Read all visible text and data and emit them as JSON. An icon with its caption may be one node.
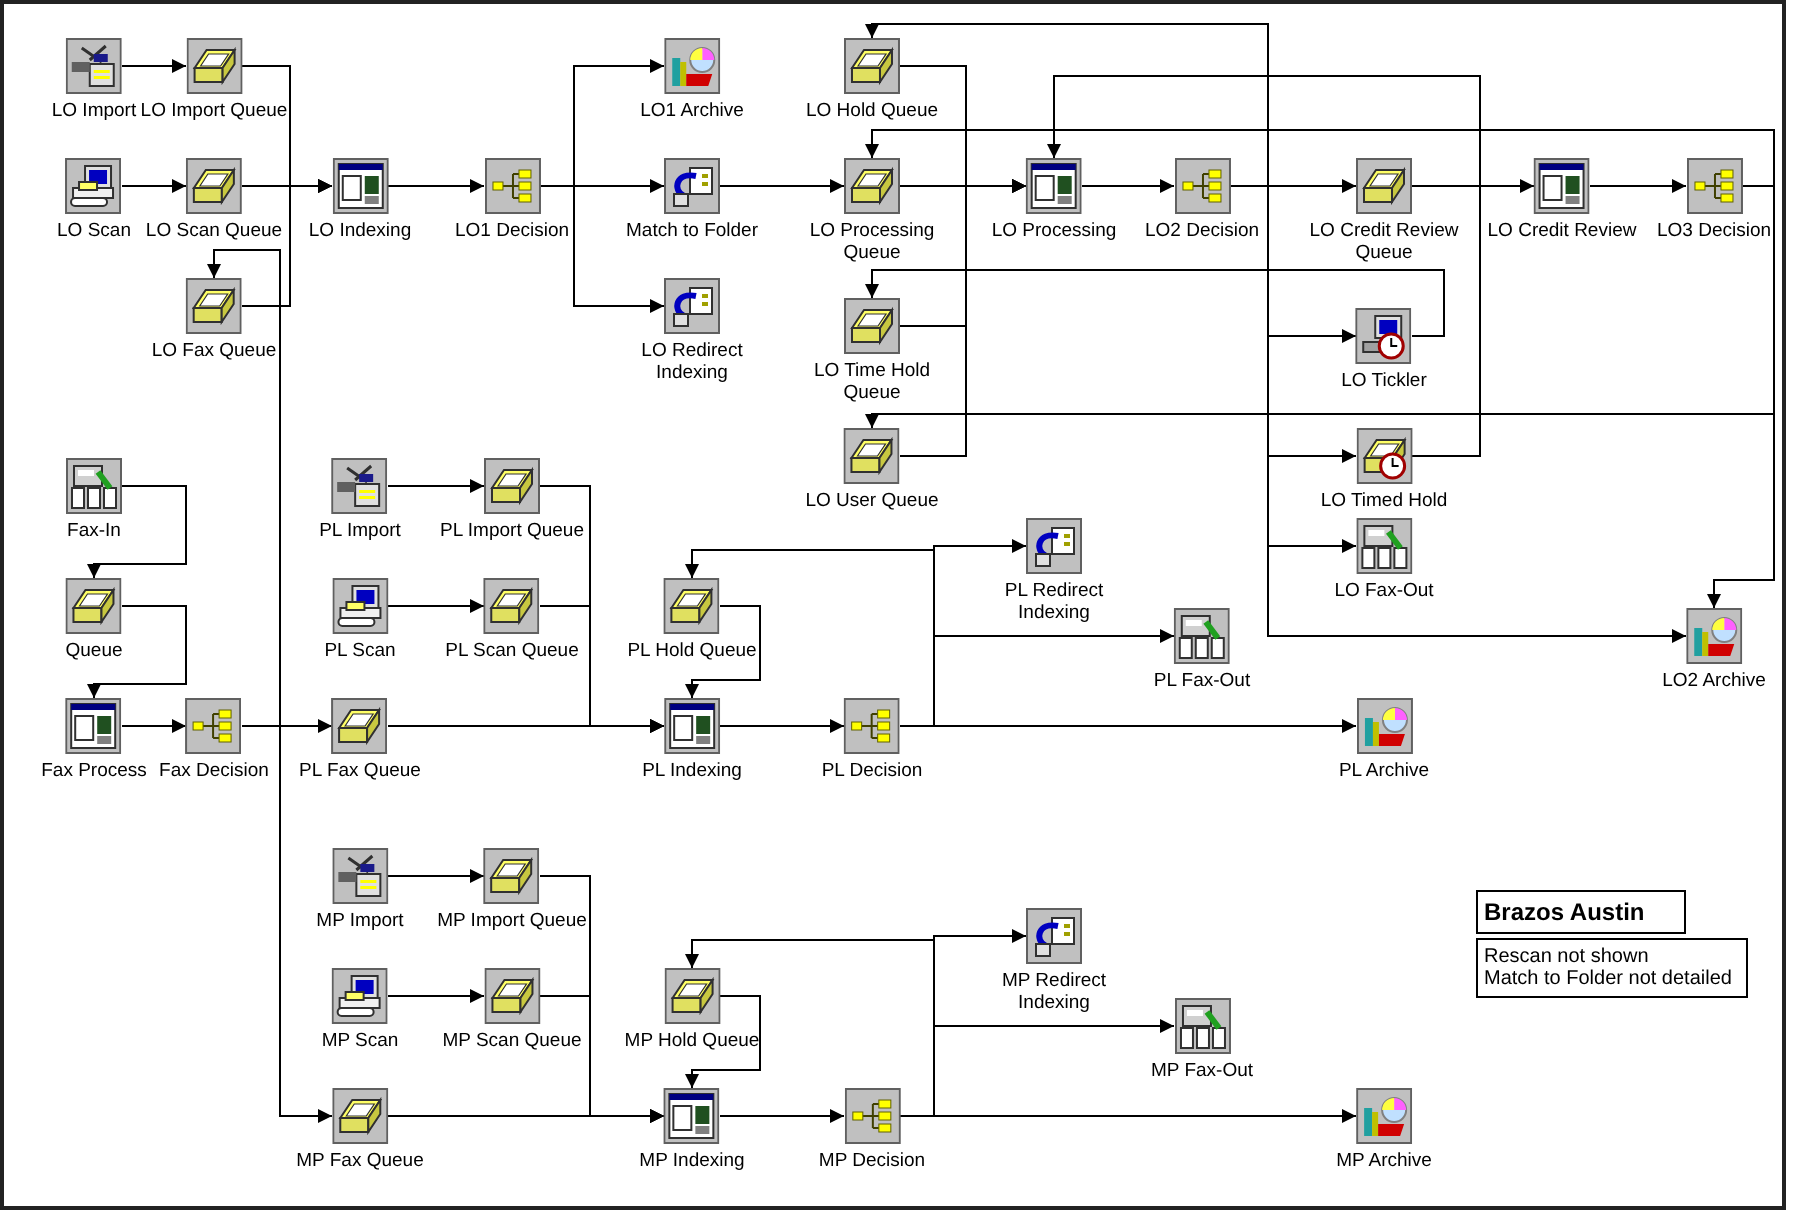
{
  "diagram": {
    "title": "Brazos Austin",
    "nodes": [
      {
        "text": [
          "LO Import"
        ]
      },
      {
        "text": [
          "LO Import Queue"
        ]
      },
      {
        "text": [
          "LO1 Archive"
        ]
      },
      {
        "text": [
          "LO Hold Queue"
        ]
      },
      {
        "text": [
          "LO Scan"
        ]
      },
      {
        "text": [
          "LO Scan Queue"
        ]
      },
      {
        "text": [
          "LO Indexing"
        ]
      },
      {
        "text": [
          "LO1 Decision"
        ]
      },
      {
        "text": [
          "Match to Folder"
        ]
      },
      {
        "text": [
          "LO Processing Queue"
        ]
      },
      {
        "text": [
          "LO Processing"
        ]
      },
      {
        "text": [
          "LO2 Decision"
        ]
      },
      {
        "text": [
          "LO Credit Review Queue"
        ]
      },
      {
        "text": [
          "LO Credit Review"
        ]
      },
      {
        "text": [
          "LO3 Decision"
        ]
      },
      {
        "text": [
          "LO Fax Queue"
        ]
      },
      {
        "text": [
          "LO Redirect Indexing"
        ]
      },
      {
        "text": [
          "LO Time Hold Queue"
        ]
      },
      {
        "text": [
          "LO Tickler"
        ]
      },
      {
        "text": [
          "LO User Queue"
        ]
      },
      {
        "text": [
          "LO Timed Hold"
        ]
      },
      {
        "text": [
          "Fax-In"
        ]
      },
      {
        "text": [
          "PL Import"
        ]
      },
      {
        "text": [
          "PL Import Queue"
        ]
      },
      {
        "text": [
          "LO Fax-Out"
        ]
      },
      {
        "text": [
          "PL Redirect Indexing"
        ]
      },
      {
        "text": [
          "Queue"
        ]
      },
      {
        "text": [
          "PL Scan"
        ]
      },
      {
        "text": [
          "PL Scan Queue"
        ]
      },
      {
        "text": [
          "PL Hold Queue"
        ]
      },
      {
        "text": [
          "PL Fax-Out"
        ]
      },
      {
        "text": [
          "LO2 Archive"
        ]
      },
      {
        "text": [
          "Fax Process"
        ]
      },
      {
        "text": [
          "Fax Decision"
        ]
      },
      {
        "text": [
          "PL Fax Queue"
        ]
      },
      {
        "text": [
          "PL Indexing"
        ]
      },
      {
        "text": [
          "PL Decision"
        ]
      },
      {
        "text": [
          "PL Archive"
        ]
      },
      {
        "text": [
          "MP Import"
        ]
      },
      {
        "text": [
          "MP Import Queue"
        ]
      },
      {
        "text": [
          "MP Redirect Indexing"
        ]
      },
      {
        "text": [
          "MP Scan"
        ]
      },
      {
        "text": [
          "MP Scan Queue"
        ]
      },
      {
        "text": [
          "MP Hold Queue"
        ]
      },
      {
        "text": [
          "MP Fax-Out"
        ]
      },
      {
        "text": [
          "MP Fax Queue"
        ]
      },
      {
        "text": [
          "MP Indexing"
        ]
      },
      {
        "text": [
          "MP Decision"
        ]
      },
      {
        "text": [
          "MP Archive"
        ]
      }
    ],
    "edges": [
      {
        "from": 0,
        "to": 1,
        "arrow": "to"
      },
      {
        "from": 4,
        "to": 5,
        "arrow": "to"
      },
      {
        "from": 1,
        "to": 6,
        "arrow": "to"
      },
      {
        "from": 5,
        "to": 6,
        "arrow": "to"
      },
      {
        "from": 15,
        "to": 6,
        "arrow": "to"
      },
      {
        "from": 6,
        "to": 7,
        "arrow": "to"
      },
      {
        "from": 7,
        "to": 2,
        "arrow": "to"
      },
      {
        "from": 7,
        "to": 8,
        "arrow": "to"
      },
      {
        "from": 7,
        "to": 16,
        "arrow": "to"
      },
      {
        "from": 8,
        "to": 9,
        "arrow": "to"
      },
      {
        "from": 3,
        "to": 10,
        "arrow": "to"
      },
      {
        "from": 9,
        "to": 10,
        "arrow": "to"
      },
      {
        "from": 17,
        "to": 10,
        "arrow": "to"
      },
      {
        "from": 19,
        "to": 10,
        "arrow": "to"
      },
      {
        "from": 10,
        "to": 11,
        "arrow": "to"
      },
      {
        "from": 11,
        "to": 3,
        "arrow": "to"
      },
      {
        "from": 11,
        "to": 12,
        "arrow": "to"
      },
      {
        "from": 11,
        "to": 18,
        "arrow": "to"
      },
      {
        "from": 11,
        "to": 20,
        "arrow": "to"
      },
      {
        "from": 11,
        "to": 24,
        "arrow": "to"
      },
      {
        "from": 11,
        "to": 31,
        "arrow": "to"
      },
      {
        "from": 18,
        "to": 17,
        "arrow": "to"
      },
      {
        "from": 20,
        "to": 10,
        "arrow": "to"
      },
      {
        "from": 12,
        "to": 13,
        "arrow": "to"
      },
      {
        "from": 13,
        "to": 14,
        "arrow": "to"
      },
      {
        "from": 14,
        "to": 9,
        "arrow": "to"
      },
      {
        "from": 14,
        "to": 19,
        "arrow": "to"
      },
      {
        "from": 14,
        "to": 31,
        "arrow": "to"
      },
      {
        "from": 21,
        "to": 26,
        "arrow": "to"
      },
      {
        "from": 26,
        "to": 32,
        "arrow": "to"
      },
      {
        "from": 32,
        "to": 33,
        "arrow": "to"
      },
      {
        "from": 33,
        "to": 15,
        "arrow": "to"
      },
      {
        "from": 33,
        "to": 34,
        "arrow": "to"
      },
      {
        "from": 33,
        "to": 45,
        "arrow": "to"
      },
      {
        "from": 22,
        "to": 23,
        "arrow": "to"
      },
      {
        "from": 27,
        "to": 28,
        "arrow": "to"
      },
      {
        "from": 23,
        "to": 35,
        "arrow": "to"
      },
      {
        "from": 28,
        "to": 35,
        "arrow": "to"
      },
      {
        "from": 34,
        "to": 35,
        "arrow": "to"
      },
      {
        "from": 29,
        "to": 35,
        "arrow": "to"
      },
      {
        "from": 35,
        "to": 36,
        "arrow": "to"
      },
      {
        "from": 36,
        "to": 29,
        "arrow": "to"
      },
      {
        "from": 36,
        "to": 25,
        "arrow": "to"
      },
      {
        "from": 36,
        "to": 30,
        "arrow": "to"
      },
      {
        "from": 36,
        "to": 37,
        "arrow": "to"
      },
      {
        "from": 38,
        "to": 39,
        "arrow": "to"
      },
      {
        "from": 41,
        "to": 42,
        "arrow": "to"
      },
      {
        "from": 39,
        "to": 46,
        "arrow": "to"
      },
      {
        "from": 42,
        "to": 46,
        "arrow": "to"
      },
      {
        "from": 45,
        "to": 46,
        "arrow": "to"
      },
      {
        "from": 43,
        "to": 46,
        "arrow": "to"
      },
      {
        "from": 46,
        "to": 47,
        "arrow": "to"
      },
      {
        "from": 47,
        "to": 43,
        "arrow": "to"
      },
      {
        "from": 47,
        "to": 40,
        "arrow": "to"
      },
      {
        "from": 47,
        "to": 44,
        "arrow": "to"
      },
      {
        "from": 47,
        "to": 48,
        "arrow": "to"
      }
    ],
    "labels": [
      "Rescan not shown",
      "Match to Folder not detailed"
    ]
  }
}
